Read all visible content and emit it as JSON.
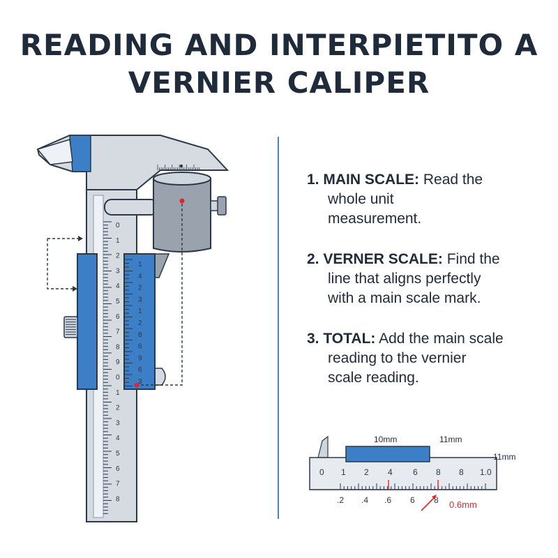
{
  "title": {
    "line1": "READING AND INTERPIETITO A",
    "line2": "VERNIER CALIPER"
  },
  "steps": [
    {
      "num": "1.",
      "key": "MAIN SCALE:",
      "lines": [
        "Read the",
        "whole unit",
        "measurement."
      ]
    },
    {
      "num": "2.",
      "key": "VERNER SCALE:",
      "lines": [
        "Find the",
        "line that aligns perfectly",
        "with a main scale mark."
      ]
    },
    {
      "num": "3.",
      "key": "TOTAL:",
      "lines": [
        "Add the main scale",
        "reading to the vernier",
        "scale reading."
      ]
    }
  ],
  "caliper": {
    "main_digits": [
      "0",
      "1",
      "2",
      "3",
      "4",
      "5",
      "6",
      "7",
      "8",
      "9",
      "0",
      "1",
      "2",
      "3",
      "4",
      "5",
      "6",
      "7",
      "8"
    ],
    "vernier_digits": [
      "1",
      "4",
      "2",
      "3",
      "1",
      "2",
      "8",
      "6",
      "9",
      "6",
      "3"
    ],
    "colors": {
      "body": "#d6dbe2",
      "outline": "#2b3848",
      "slide": "#3d7fc6",
      "accent": "#e02626"
    }
  },
  "zoom": {
    "label_top_left": "10mm",
    "label_top_right": "11mm",
    "label_side": "11mm",
    "main_numbers": [
      "0",
      "1",
      "2",
      "4",
      "6",
      "8",
      "8",
      "1.0"
    ],
    "vernier_numbers": [
      ".2",
      ".4",
      ".6",
      "6",
      "8"
    ],
    "result_label": "0.6mm"
  }
}
